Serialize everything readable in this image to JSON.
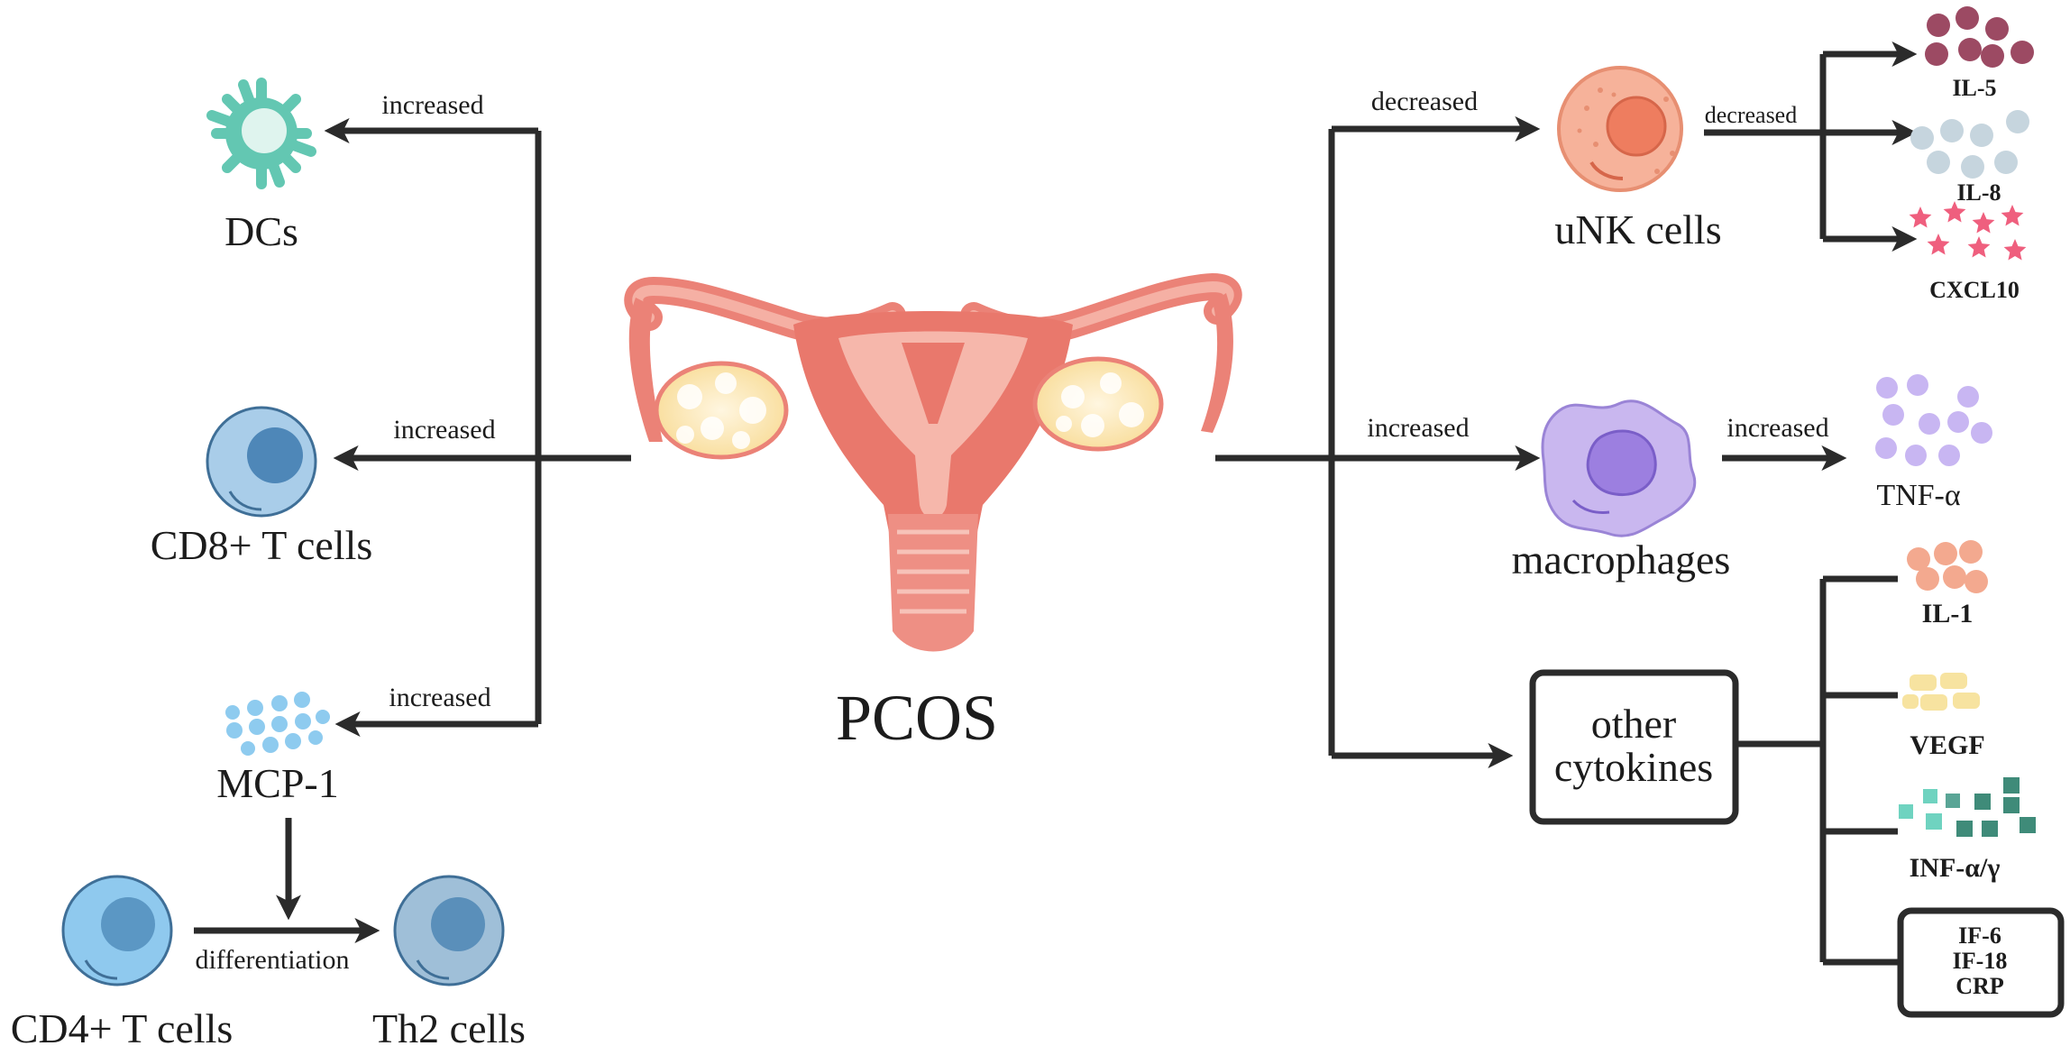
{
  "center": {
    "title": "PCOS"
  },
  "left": {
    "dcs": {
      "label": "DCs",
      "arrow_label": "increased"
    },
    "cd8": {
      "label": "CD8+ T cells",
      "arrow_label": "increased"
    },
    "mcp1": {
      "label": "MCP-1",
      "arrow_label": "increased"
    },
    "cd4": {
      "label": "CD4+ T cells"
    },
    "th2": {
      "label": "Th2 cells"
    },
    "differentiation": "differentiation"
  },
  "right": {
    "unk": {
      "label": "uNK cells",
      "arrow_label": "decreased",
      "out_label": "decreased"
    },
    "il5": "IL-5",
    "il8": "IL-8",
    "cxcl10": "CXCL10",
    "macrophages": {
      "label": "macrophages",
      "arrow_label": "increased",
      "out_label": "increased"
    },
    "tnf": "TNF-α",
    "other": {
      "line1": "other",
      "line2": "cytokines"
    },
    "il1": "IL-1",
    "vegf": "VEGF",
    "inf": "INF-α/γ",
    "misc": {
      "line1": "IF-6",
      "line2": "IF-18",
      "line3": "CRP"
    }
  },
  "colors": {
    "arrow": "#2b2b2b",
    "dc": "#63c7b2",
    "cd8": "#a9cde9",
    "mcp1": "#8ecbef",
    "cd4": "#8fc9ee",
    "th2": "#9fbfd8",
    "unk": "#f4a586",
    "macrophage": "#c9b7ef",
    "il5": "#9c4a63",
    "il8": "#c6d5de",
    "cxcl10": "#ef5f7e",
    "tnf": "#c8b6f2",
    "il1": "#f3a98f",
    "vegf": "#f7e3a0",
    "inf": "#5aa596",
    "uterus": "#e9786c"
  }
}
